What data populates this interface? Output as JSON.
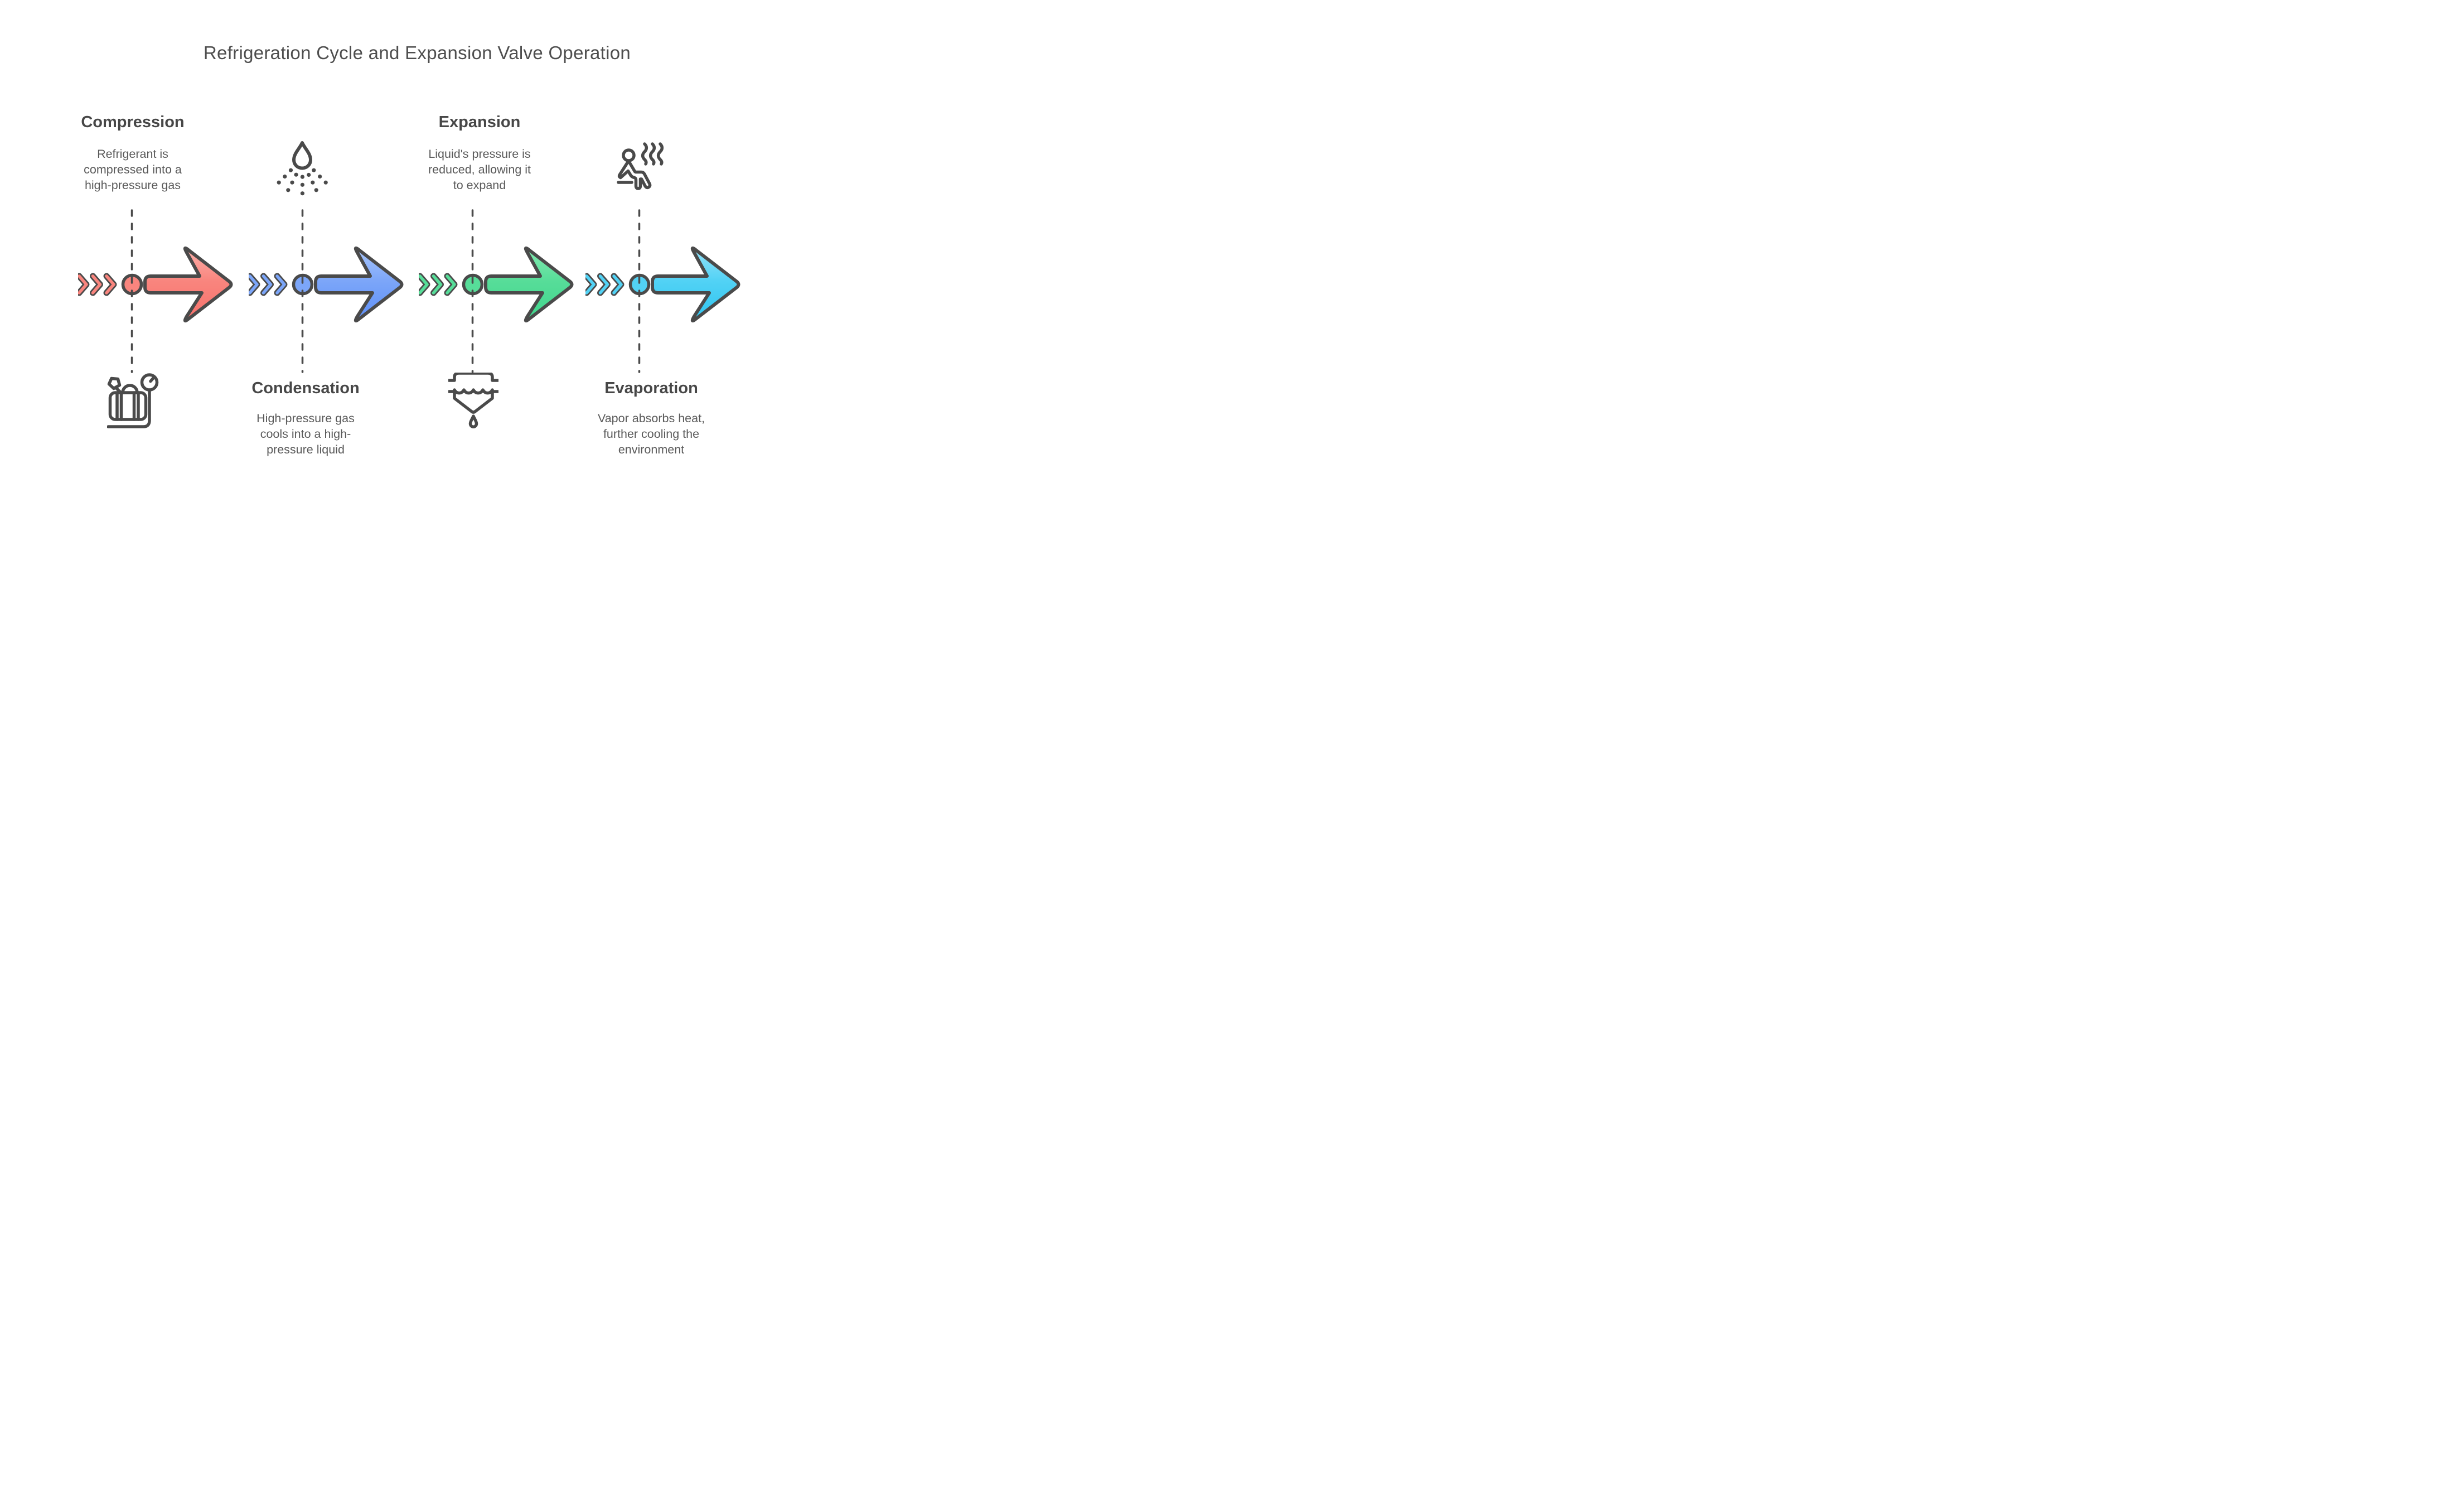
{
  "title": "Refrigeration Cycle and Expansion Valve Operation",
  "theme": {
    "background": "#FFFFFF",
    "outline": "#4A4A4A",
    "title_color": "#4E4E4E",
    "heading_color": "#474747",
    "body_color": "#5A5A5A",
    "dashed_line_color": "#4A4A4A"
  },
  "stages": [
    {
      "id": "compression",
      "heading": "Compression",
      "body": "Refrigerant is\ncompressed into a\nhigh-pressure gas",
      "icon": "compressor-gauge-icon",
      "colors": {
        "light": "#FCAFA9",
        "mid": "#F9857E",
        "deep": "#F8716B"
      }
    },
    {
      "id": "condensation",
      "heading": "Condensation",
      "body": "High-pressure gas\ncools into a high-\npressure liquid",
      "icon": "droplet-spray-icon",
      "colors": {
        "light": "#A9C6FB",
        "mid": "#7CA6F9",
        "deep": "#5E8FF8"
      }
    },
    {
      "id": "expansion",
      "heading": "Expansion",
      "body": "Liquid's pressure is\nreduced, allowing it\nto expand",
      "icon": "expansion-valve-funnel-icon",
      "colors": {
        "light": "#83E9B0",
        "mid": "#57DD99",
        "deep": "#3FD58C"
      }
    },
    {
      "id": "evaporation",
      "heading": "Evaporation",
      "body": "Vapor absorbs heat,\nfurther cooling the\nenvironment",
      "icon": "person-heat-icon",
      "colors": {
        "light": "#93E2F9",
        "mid": "#52D2F5",
        "deep": "#2FC5F0"
      }
    }
  ]
}
